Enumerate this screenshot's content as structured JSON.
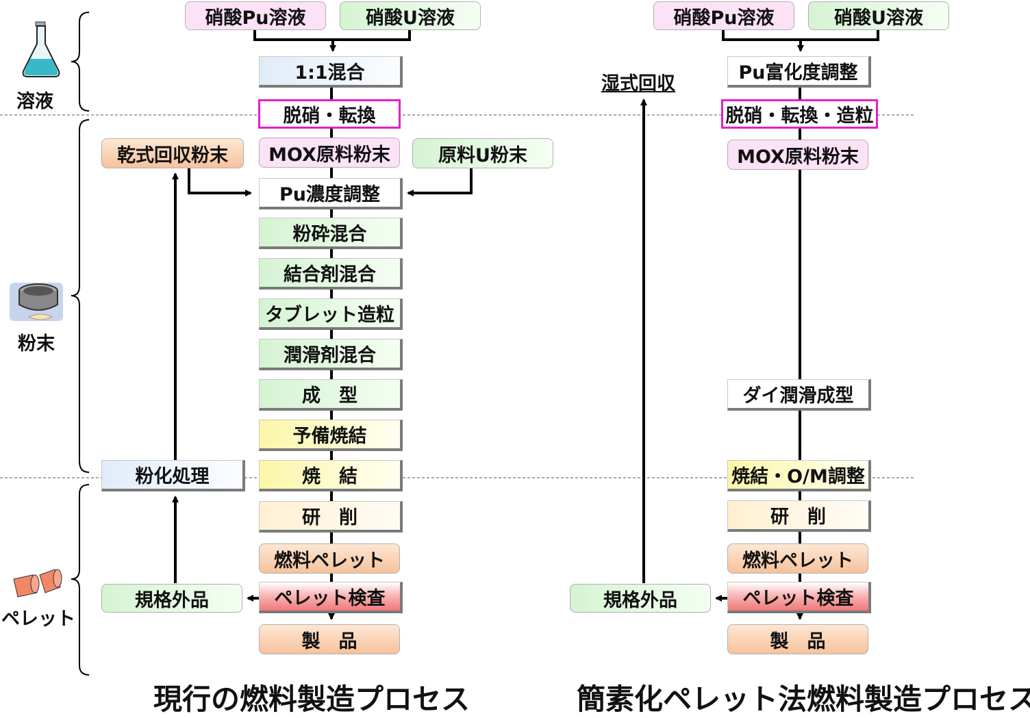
{
  "stages": {
    "solution": "溶液",
    "powder": "粉末",
    "pellet": "ペレット"
  },
  "current": {
    "title": "現行の燃料製造プロセス",
    "pu_nitrate": "硝酸Pu溶液",
    "u_nitrate": "硝酸U溶液",
    "mix": "1:1混合",
    "denitration": "脱硝・転換",
    "dry_recovery": "乾式回収粉末",
    "mox_powder": "MOX原料粉末",
    "raw_u": "原料U粉末",
    "pu_adjust": "Pu濃度調整",
    "crush_mix": "粉砕混合",
    "binder_mix": "結合剤混合",
    "granulation": "タブレット造粒",
    "lubricant_mix": "潤滑剤混合",
    "forming": "成　型",
    "presinter": "予備焼結",
    "pulverize": "粉化処理",
    "sinter": "焼　結",
    "grinding": "研　削",
    "fuel_pellet": "燃料ペレット",
    "inspection": "ペレット検査",
    "offspec": "規格外品",
    "product": "製　品"
  },
  "simplified": {
    "title": "簡素化ペレット法燃料製造プロセス",
    "pu_nitrate": "硝酸Pu溶液",
    "u_nitrate": "硝酸U溶液",
    "wet_recovery": "湿式回収",
    "pu_enrich": "Pu富化度調整",
    "denit_gran": "脱硝・転換・造粒",
    "mox_powder": "MOX原料粉末",
    "die_lub": "ダイ潤滑成型",
    "sinter_om": "焼結・O/M調整",
    "grinding": "研　削",
    "fuel_pellet": "燃料ペレット",
    "inspection": "ペレット検査",
    "offspec": "規格外品",
    "product": "製　品"
  },
  "icons": [
    "flask-icon",
    "sieve-icon",
    "pellet-icon"
  ]
}
